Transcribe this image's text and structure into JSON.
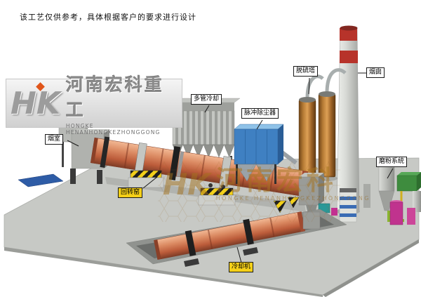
{
  "page": {
    "disclaimer": "该工艺仅供参考，具体根据客户的要求进行设计"
  },
  "logo": {
    "monogram": "HK",
    "company_cn": "河南宏科重工",
    "company_en": "HONGKE HENANHONGKEZHONGGONG"
  },
  "watermark": {
    "monogram": "HK",
    "text_cn": "河南宏科",
    "text_en": "HONGKE HENANHONGKEZHONGGONG"
  },
  "labels": {
    "smoke_chamber": "烟室",
    "multi_tube_cooler": "多管冷却",
    "pulse_dust_collector": "脉冲除尘器",
    "desulfurization_tower": "脱硫塔",
    "chimney": "烟囱",
    "rotary_kiln": "回转窑",
    "cooler": "冷却机",
    "grinding_system": "磨粉系统"
  },
  "colors": {
    "kiln_body": "#d2826a",
    "dust_collector_blue": "#3f80c2",
    "tower_orange": "#b5732f",
    "chimney_red": "#b7332a",
    "platform_gray": "#c7c9c5",
    "label_yellow": "#f5d018",
    "watermark_bronze": "#a5731f"
  }
}
